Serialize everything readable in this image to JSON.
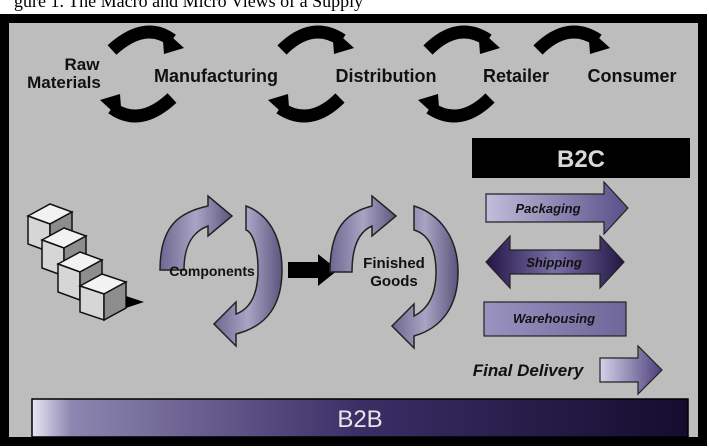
{
  "caption": "gure 1. The Macro and Micro Views of a Supply",
  "chain": {
    "nodes": [
      "Raw Materials",
      "Manufacturing",
      "Distribution",
      "Retailer",
      "Consumer"
    ],
    "raw_line1": "Raw",
    "raw_line2": "Materials"
  },
  "b2c": {
    "label": "B2C"
  },
  "b2b": {
    "label": "B2B"
  },
  "cycle": {
    "left_label": "Components",
    "right_label_line1": "Finished",
    "right_label_line2": "Goods"
  },
  "services": {
    "packaging": "Packaging",
    "shipping": "Shipping",
    "warehousing": "Warehousing",
    "final_delivery": "Final Delivery"
  },
  "colors": {
    "background": "#bdbdbd",
    "dark": "#000000",
    "arrow_fill": "#8a86a8",
    "bar_dark": "#1d1338",
    "bar_light": "#b9b4d4"
  }
}
